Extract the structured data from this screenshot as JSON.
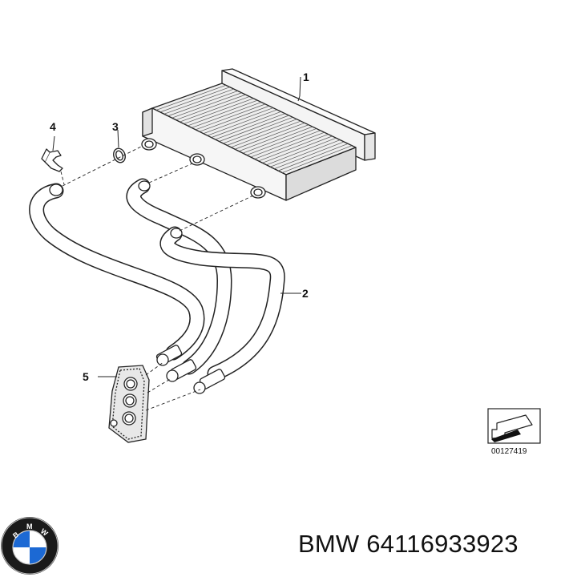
{
  "callouts": [
    {
      "id": "1",
      "text": "1"
    },
    {
      "id": "2",
      "text": "2"
    },
    {
      "id": "3",
      "text": "3"
    },
    {
      "id": "4",
      "text": "4"
    },
    {
      "id": "5",
      "text": "5"
    }
  ],
  "reference_code": "00127419",
  "footer": {
    "brand": "BMW",
    "part_number": "64116933923"
  },
  "logo": {
    "lettering": "BMW",
    "colors": {
      "blue": "#1c69d4",
      "white": "#ffffff",
      "ring": "#111111"
    }
  }
}
